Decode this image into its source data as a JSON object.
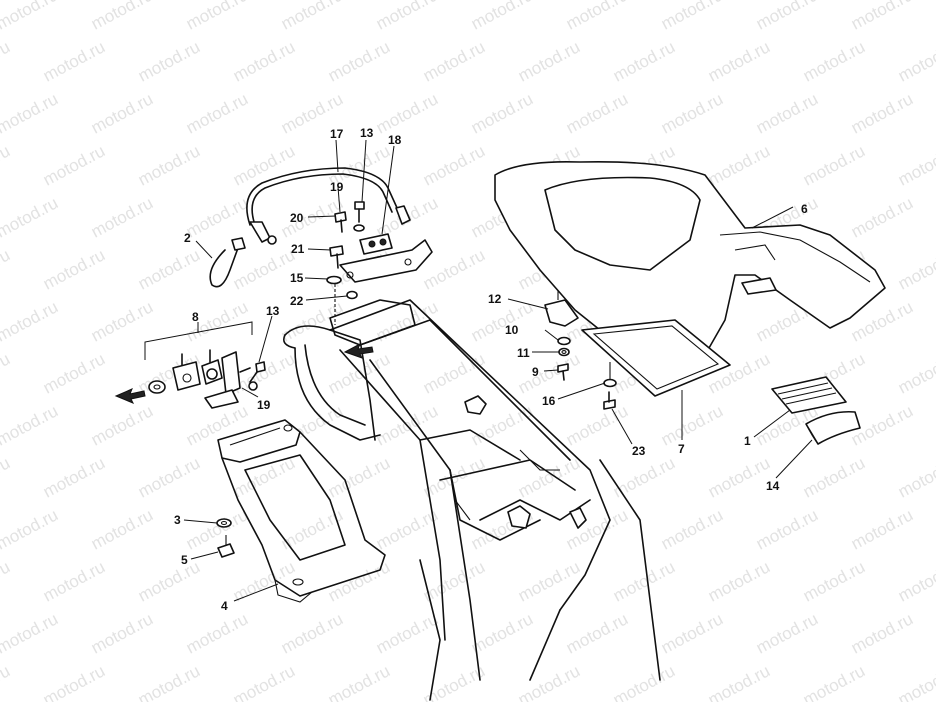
{
  "watermark": "motod.ru",
  "callouts": {
    "c1": "1",
    "c2": "2",
    "c3": "3",
    "c4": "4",
    "c5": "5",
    "c6": "6",
    "c7": "7",
    "c8": "8",
    "c9": "9",
    "c10": "10",
    "c11": "11",
    "c12": "12",
    "c13a": "13",
    "c13b": "13",
    "c14": "14",
    "c15": "15",
    "c16": "16",
    "c17": "17",
    "c18": "18",
    "c19a": "19",
    "c19b": "19",
    "c20": "20",
    "c21": "21",
    "c22": "22",
    "c23": "23"
  }
}
